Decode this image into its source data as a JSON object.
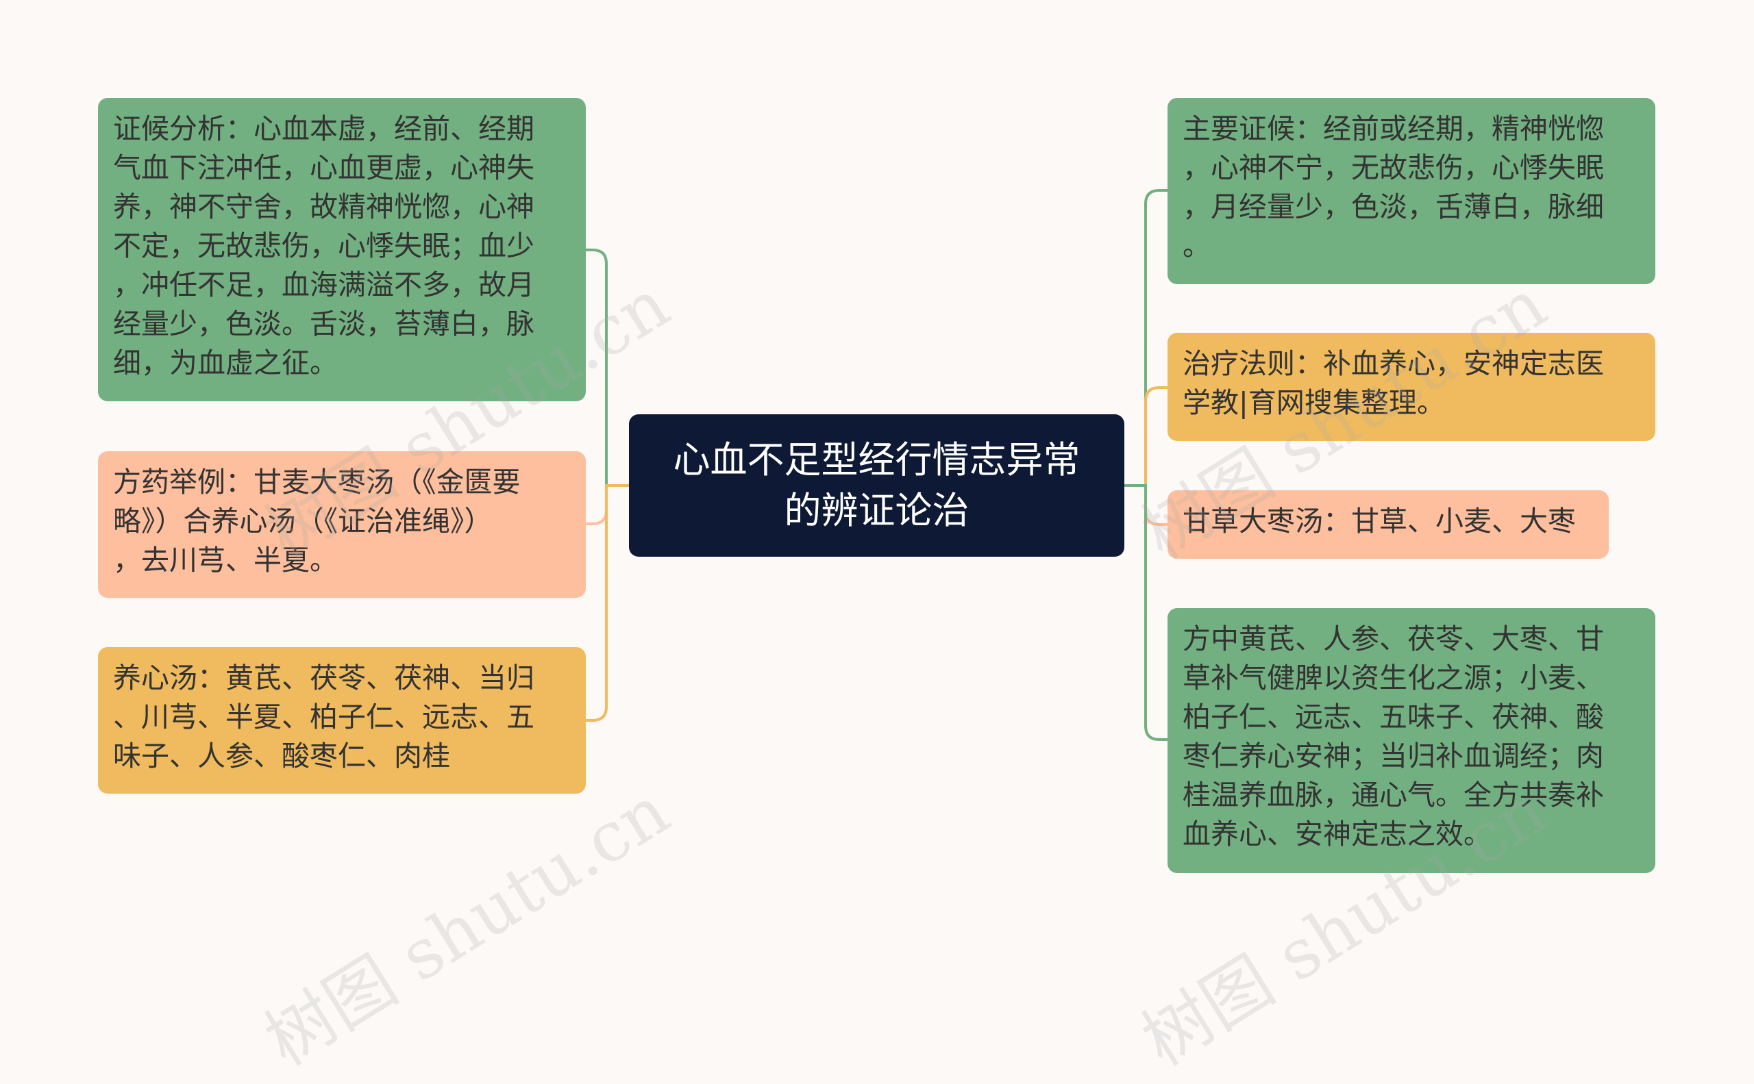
{
  "root": {
    "label": "心血不足型经行情志异常\n的辨证论治"
  },
  "left_nodes": [
    {
      "label": "证候分析：心血本虚，经前、经期\n气血下注冲任，心血更虚，心神失\n养，神不守舍，故精神恍惚，心神\n不定，无故悲伤，心悸失眠；血少\n，冲任不足，血海满溢不多，故月\n经量少，色淡。舌淡，苔薄白，脉\n细，为血虚之征。",
      "color": "green"
    },
    {
      "label": "方药举例：甘麦大枣汤（《金匮要\n略》）合养心汤（《证治准绳》）\n，去川芎、半夏。",
      "color": "peach"
    },
    {
      "label": "养心汤：黄芪、茯苓、茯神、当归\n、川芎、半夏、柏子仁、远志、五\n味子、人参、酸枣仁、肉桂",
      "color": "orange"
    }
  ],
  "right_nodes": [
    {
      "label": "主要证候：经前或经期，精神恍惚\n，心神不宁，无故悲伤，心悸失眠\n，月经量少，色淡，舌薄白，脉细\n。",
      "color": "green"
    },
    {
      "label": "治疗法则：补血养心，安神定志医\n学教|育网搜集整理。",
      "color": "orange"
    },
    {
      "label": "甘草大枣汤：甘草、小麦、大枣",
      "color": "peach"
    },
    {
      "label": "方中黄芪、人参、茯苓、大枣、甘\n草补气健脾以资生化之源；小麦、\n柏子仁、远志、五味子、茯神、酸\n枣仁养心安神；当归补血调经；肉\n桂温养血脉，通心气。全方共奏补\n血养心、安神定志之效。",
      "color": "green"
    }
  ],
  "colors": {
    "background": "#fcf9f7",
    "root": "#0e1a35",
    "green": "#73b081",
    "orange": "#f0bb5e",
    "peach": "#fdbf9d",
    "line_green": "#73b081",
    "line_orange": "#f0bb5e",
    "line_peach": "#fdbf9d"
  },
  "watermark": "树图 shutu.cn"
}
